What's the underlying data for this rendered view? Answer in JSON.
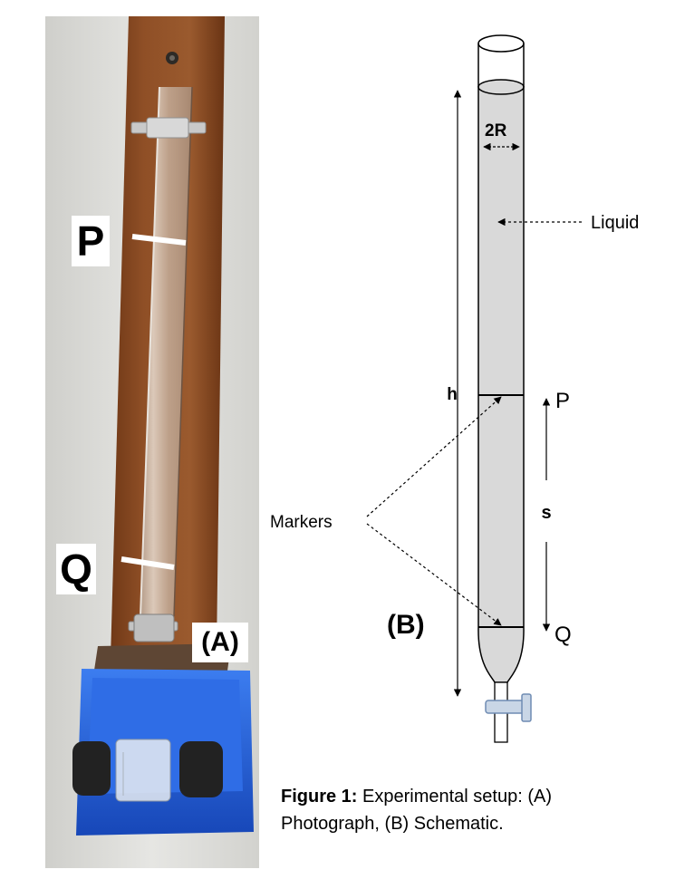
{
  "photo": {
    "label_p": "P",
    "label_q": "Q",
    "label_a": "(A)",
    "colors": {
      "board": "#8a4a22",
      "tray": "#1f5fd6",
      "wall": "#dcdcd8"
    }
  },
  "schematic": {
    "label_2r": "2R",
    "label_liquid": "Liquid",
    "label_h": "h",
    "label_p": "P",
    "label_s": "s",
    "label_q": "Q",
    "label_markers": "Markers",
    "label_b": "(B)",
    "colors": {
      "liquid_fill": "#d9d9d9",
      "tube_stroke": "#000000",
      "stopcock": "#b9c9dc"
    }
  },
  "caption": {
    "bold": "Figure 1:",
    "text": " Experimental setup: (A) Photograph, (B) Schematic."
  }
}
